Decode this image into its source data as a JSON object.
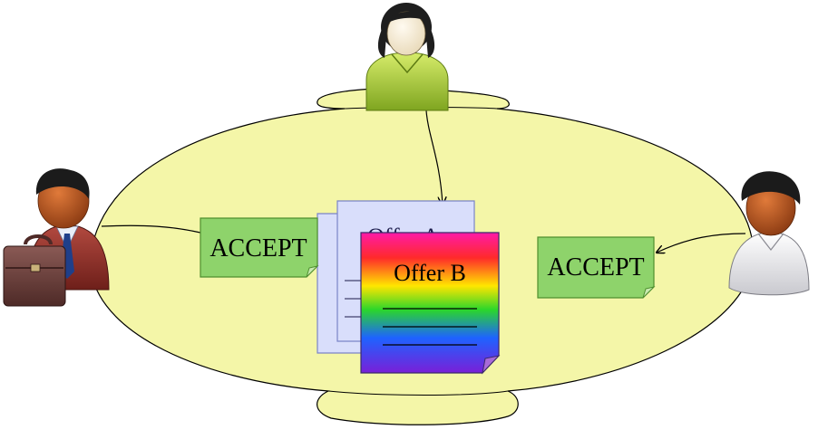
{
  "notes": {
    "left_label": "ACCEPT",
    "right_label": "ACCEPT"
  },
  "offers": {
    "front_title": "Offer B",
    "back_title": "Offer A"
  },
  "colors": {
    "table_fill": "#f4f6a8",
    "note_fill": "#8ed36b",
    "note_border": "#4f8f2f",
    "paper_fill": "#d9defb",
    "paper_border": "#7b84c8"
  },
  "icons": {
    "top_person": "woman-green-shirt-icon",
    "left_person": "businessman-with-briefcase-icon",
    "right_person": "man-white-shirt-icon"
  }
}
